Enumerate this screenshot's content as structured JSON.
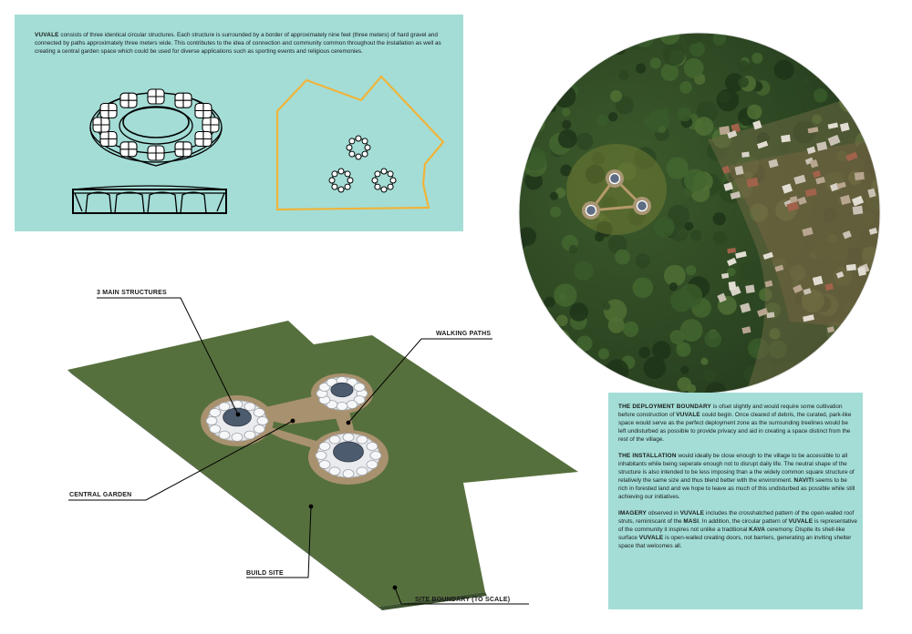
{
  "top_panel": {
    "intro_keyword": "VUVALE",
    "intro_text": " consists of three identical circular structures. Each structure is surrounded by a border of approximately nine feet (three meters) of hard gravel and connected by paths approximately three meters wide. This contributes to the idea of connection and community common throughout the installation as well as creating a central garden space which could be used for diverse applications such as sporting events and religious ceremonies."
  },
  "site_labels": {
    "main_structures": "3 MAIN STRUCTURES",
    "walking_paths": "WALKING PATHS",
    "central_garden": "CENTRAL GARDEN",
    "build_site": "BUILD SITE",
    "site_boundary": "SITE BOUNDARY (TO SCALE)"
  },
  "bottom_panel": {
    "p1_keyword": "THE DEPLOYMENT BOUNDARY",
    "p1_text_a": " is ofset slightly and would require some cultivation before construction of ",
    "p1_keyword2": "VUVALE",
    "p1_text_b": " could begin. Once cleared of debris, the curated, park-like space would serve as the perfect deployment zone as the surrounding treelines would be left undisturbed as possible to provide privacy and aid in creating a space distinct from the rest of the village.",
    "p2_keyword": "THE INSTALLATION",
    "p2_text_a": " would ideally be close enough to the village to be accessible to all inhabitants while being seperate enough not to disrupt daily life. The neutral shape of the structure is also intended to be less imposing than a the widely common square structure of relatively the same size and thus blend better with the environment. ",
    "p2_keyword2": "NAVITI",
    "p2_text_b": " seems to be rich in forested land and we hope to leave as much of this undisturbed as possible while still achieving our initiatives.",
    "p3_keyword": "IMAGERY",
    "p3_text_a": " observed in ",
    "p3_keyword2": "VUVALE",
    "p3_text_b": " includes the crosshatched pattern of the open-walled roof struts, reminiscant of the ",
    "p3_keyword3": "MASI",
    "p3_text_c": ". In addition, the circular pattern of ",
    "p3_keyword4": "VUVALE",
    "p3_text_d": " is representative of the community it inspires not unlike a traditional ",
    "p3_keyword5": "KAVA",
    "p3_text_e": " ceremony. Dispite its shell-like surface ",
    "p3_keyword6": "VUVALE",
    "p3_text_f": " is open-walled creating doors, not barriers, generating an inviting shelter space that welcomes all."
  },
  "colors": {
    "panel": "#a3ddd6",
    "boundary_line": "#f0b43a",
    "grass": "#56703d",
    "gravel": "#a8916e",
    "forest": "#2f4a25",
    "roof": "#4d5b6e"
  }
}
